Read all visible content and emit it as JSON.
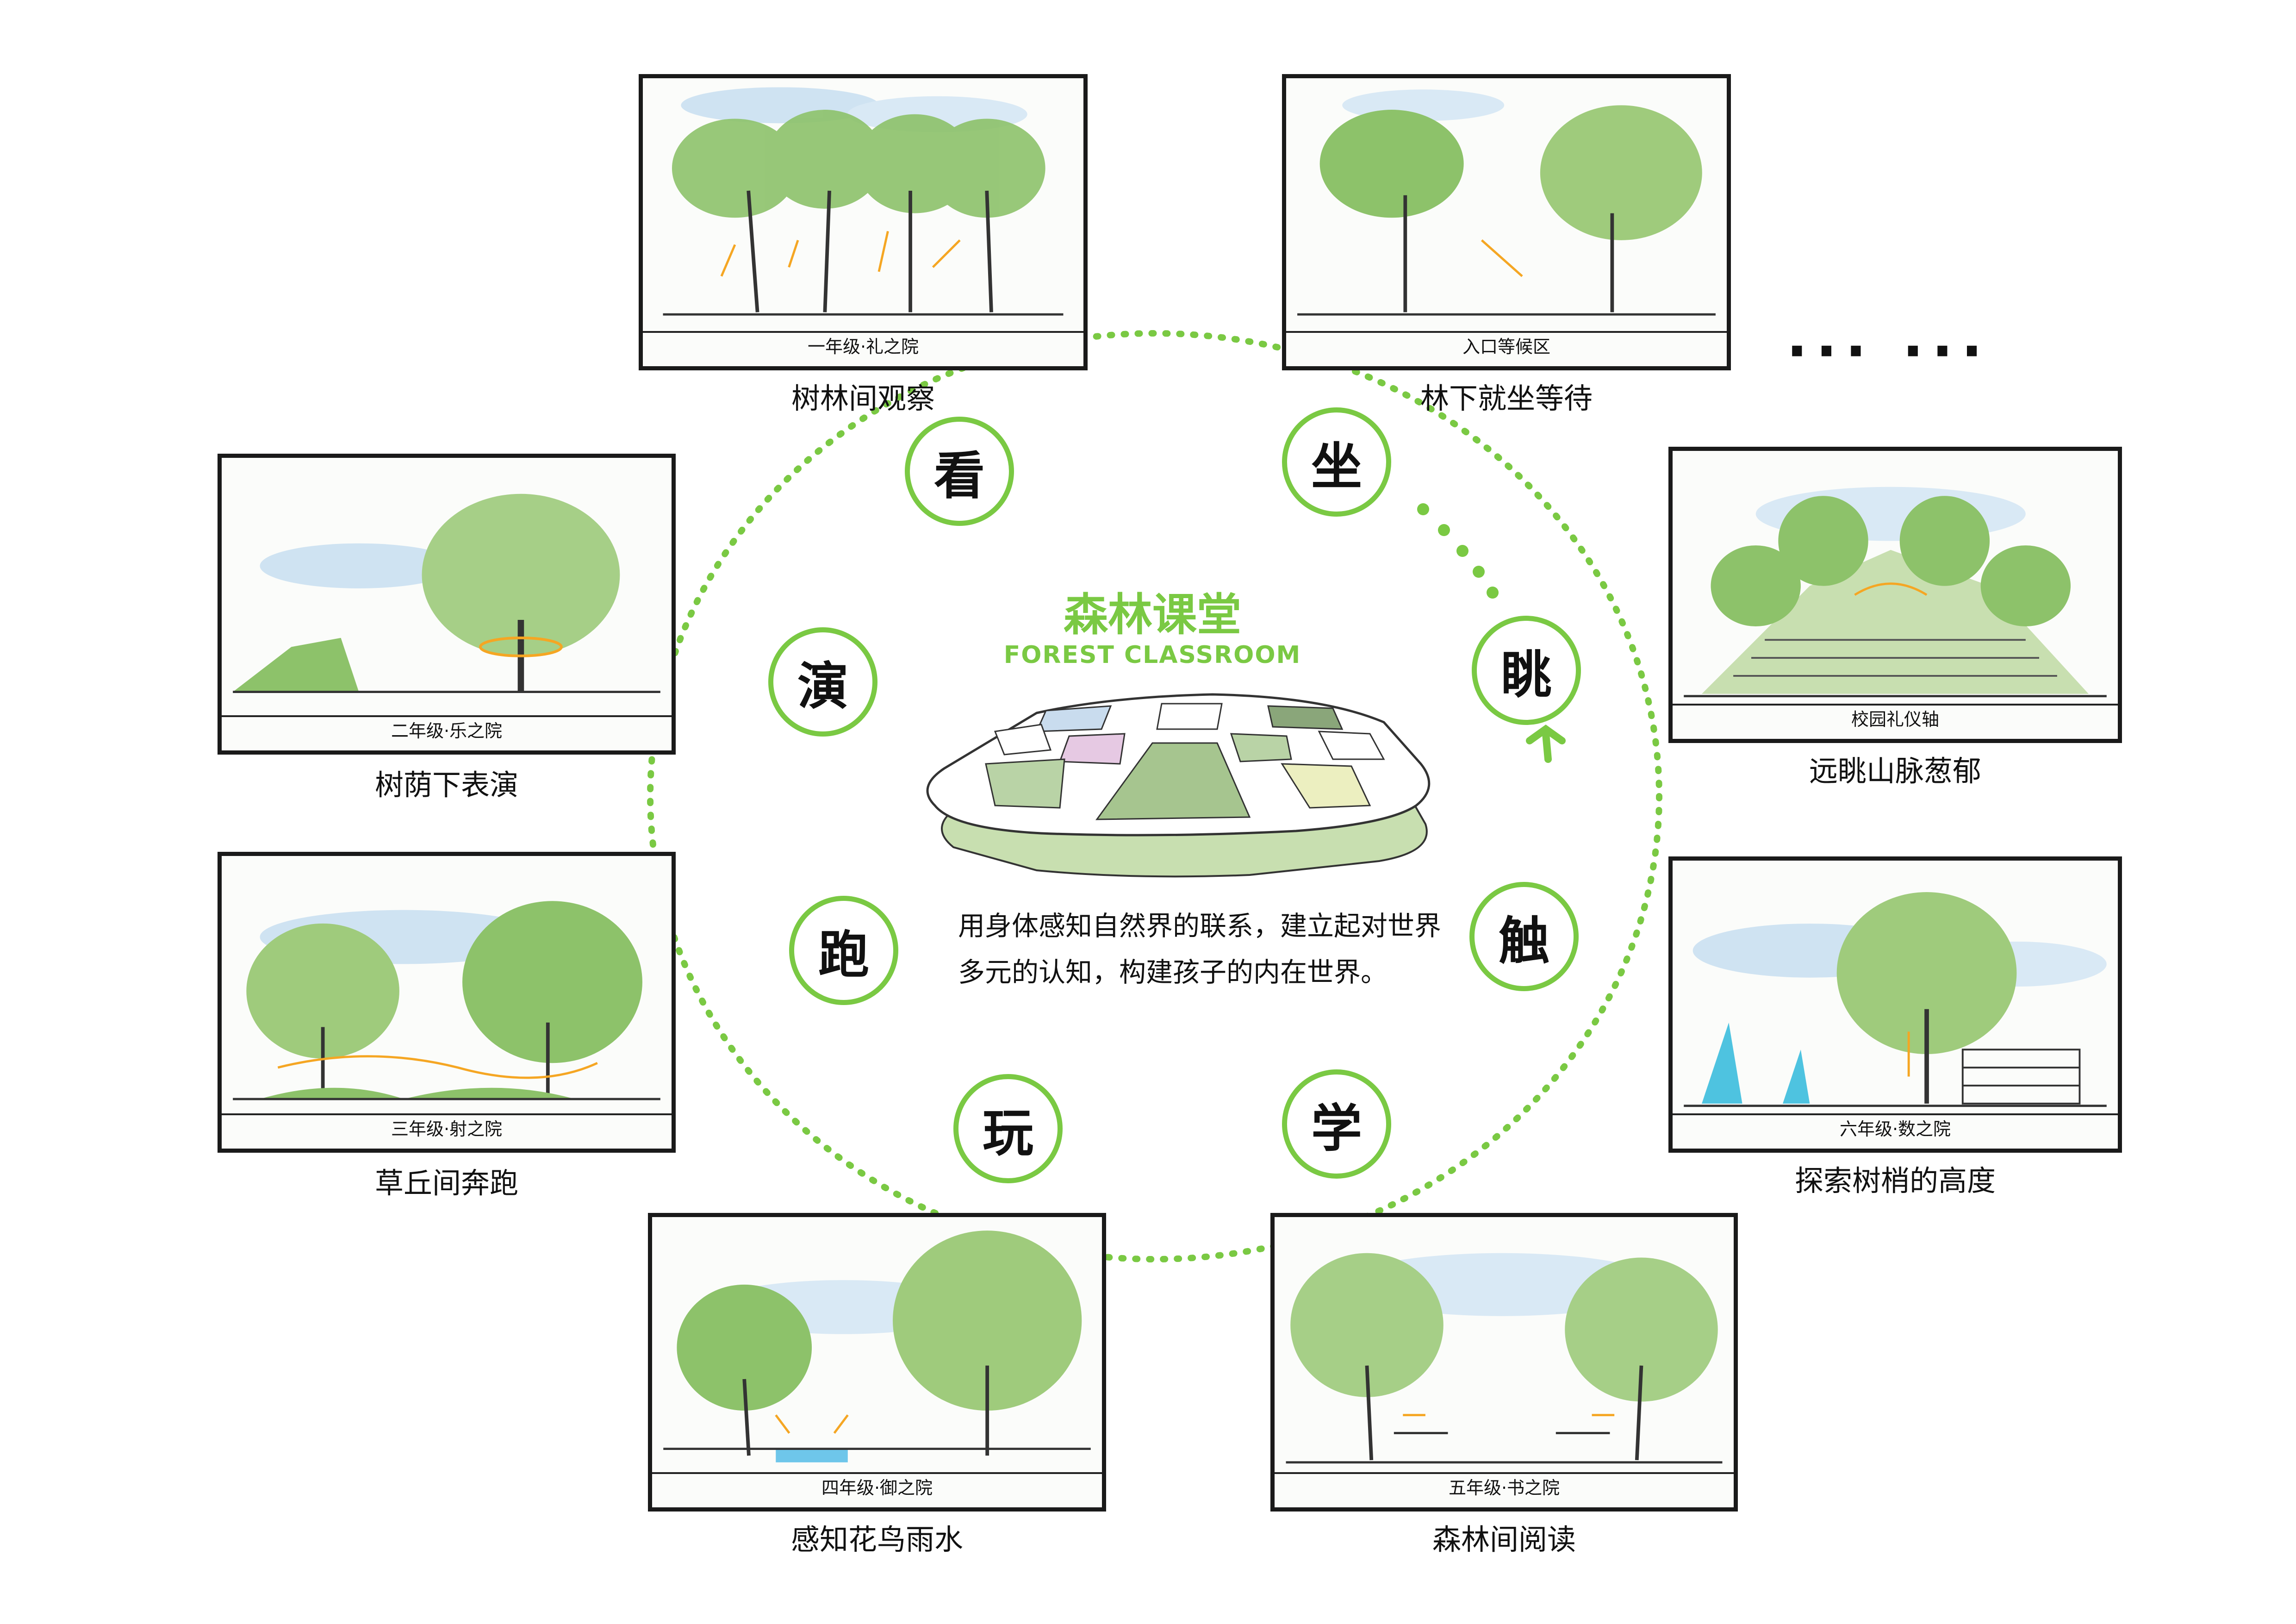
{
  "title": "森林课堂",
  "subtitle": "FOREST CLASSROOM",
  "description": "用身体感知自然界的联系，建立起对世界多元的认知，构建孩子的内在世界。",
  "ellipsis": "··· ···",
  "accent_color": "#7ac943",
  "nodes": [
    "看",
    "坐",
    "眺",
    "触",
    "学",
    "玩",
    "跑",
    "演"
  ],
  "panels": [
    {
      "label": "一年级·礼之院",
      "caption": "树林间观察"
    },
    {
      "label": "入口等候区",
      "caption": "林下就坐等待"
    },
    {
      "label": "校园礼仪轴",
      "caption": "远眺山脉葱郁"
    },
    {
      "label": "六年级·数之院",
      "caption": "探索树梢的高度"
    },
    {
      "label": "五年级·书之院",
      "caption": "森林间阅读"
    },
    {
      "label": "四年级·御之院",
      "caption": "感知花鸟雨水"
    },
    {
      "label": "三年级·射之院",
      "caption": "草丘间奔跑"
    },
    {
      "label": "二年级·乐之院",
      "caption": "树荫下表演"
    }
  ]
}
